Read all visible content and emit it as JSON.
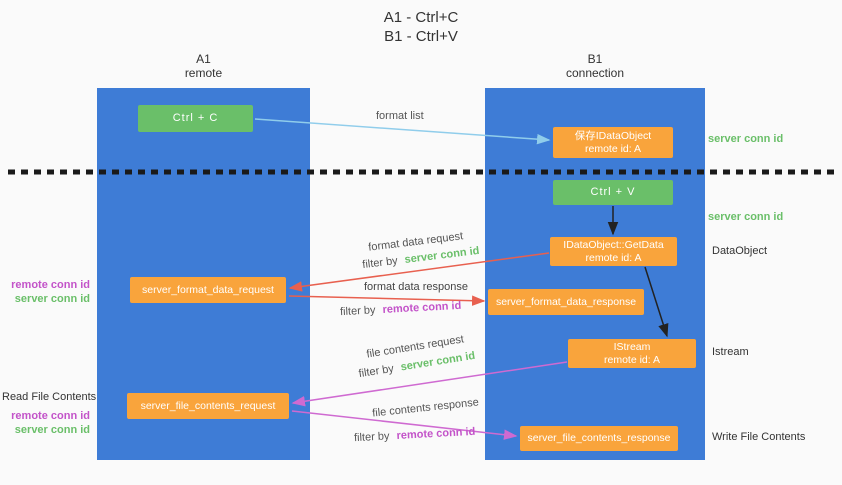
{
  "title": {
    "line1": "A1 - Ctrl+C",
    "line2": "B1 - Ctrl+V"
  },
  "lanes": {
    "a1": {
      "name": "A1",
      "subtitle": "remote"
    },
    "b1": {
      "name": "B1",
      "subtitle": "connection"
    }
  },
  "nodes": {
    "ctrl_c": {
      "label": "Ctrl + C"
    },
    "save_idataobject": {
      "line1": "保存IDataObject",
      "line2": "remote id: A"
    },
    "ctrl_v": {
      "label": "Ctrl + V"
    },
    "getdata": {
      "line1": "IDataObject::GetData",
      "line2": "remote id: A"
    },
    "format_request": {
      "label": "server_format_data_request"
    },
    "format_response": {
      "label": "server_format_data_response"
    },
    "istream": {
      "line1": "IStream",
      "line2": "remote id: A"
    },
    "file_request": {
      "label": "server_file_contents_request"
    },
    "file_response": {
      "label": "server_file_contents_response"
    }
  },
  "side_labels": {
    "left_remote_conn_1": "remote conn id",
    "left_server_conn_1": "server conn id",
    "read_file_contents": "Read File Contents",
    "left_remote_conn_2": "remote conn id",
    "left_server_conn_2": "server conn id",
    "right_server_conn_1": "server conn id",
    "right_server_conn_2": "server conn id",
    "dataobject": "DataObject",
    "istream": "Istream",
    "write_file_contents": "Write File Contents"
  },
  "arrow_labels": {
    "format_list": "format list",
    "format_data_request": "format data request",
    "filter_by_1": "filter by",
    "server_conn_id_1": "server conn id",
    "format_data_response": "format data response",
    "filter_by_2": "filter by",
    "remote_conn_id_2": "remote conn id",
    "file_contents_request": "file contents request",
    "filter_by_3": "filter by",
    "server_conn_id_3": "server conn id",
    "file_contents_response": "file contents response",
    "filter_by_4": "filter by",
    "remote_conn_id_4": "remote conn id"
  },
  "colors": {
    "lane_blue": "#3e7cd6",
    "box_green": "#6abf69",
    "box_orange": "#f9a43c",
    "text_green": "#6abf69",
    "text_magenta": "#c353c9",
    "arrow_light_blue": "#90cdeb",
    "arrow_red": "#e8604f",
    "arrow_magenta": "#cf6ad1",
    "arrow_black": "#222222"
  }
}
